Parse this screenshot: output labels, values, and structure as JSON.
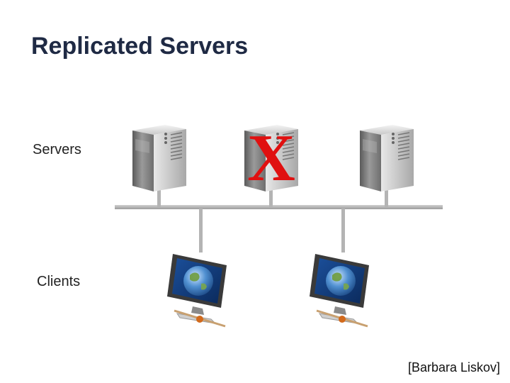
{
  "title": "Replicated Servers",
  "labels": {
    "servers": "Servers",
    "clients": "Clients"
  },
  "failed_marker": "X",
  "credit": "[Barbara Liskov]",
  "icons": {
    "server": "server-tower-icon",
    "client": "desktop-monitor-globe-icon",
    "failure": "x-mark-icon"
  },
  "colors": {
    "title": "#1f2a44",
    "failure": "#e01010",
    "network": "#b4b4b4"
  }
}
